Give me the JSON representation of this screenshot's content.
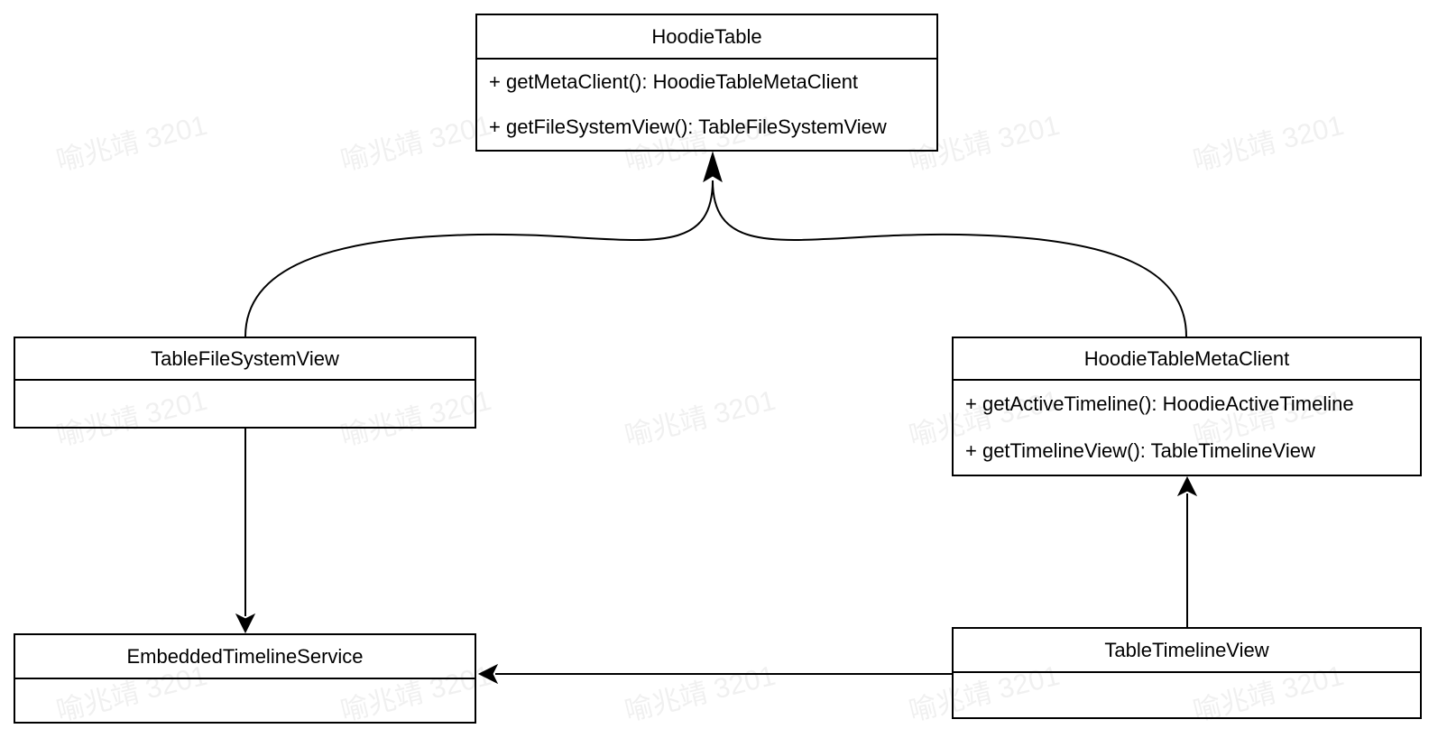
{
  "diagram_type": "uml-class-diagram",
  "classes": [
    {
      "name": "HoodieTable",
      "methods": [
        "+ getMetaClient(): HoodieTableMetaClient",
        "+ getFileSystemView(): TableFileSystemView"
      ]
    },
    {
      "name": "TableFileSystemView",
      "methods": []
    },
    {
      "name": "HoodieTableMetaClient",
      "methods": [
        "+ getActiveTimeline(): HoodieActiveTimeline",
        "+ getTimelineView(): TableTimelineView"
      ]
    },
    {
      "name": "EmbeddedTimelineService",
      "methods": []
    },
    {
      "name": "TableTimelineView",
      "methods": []
    }
  ],
  "relations": [
    {
      "from": "TableFileSystemView",
      "to": "HoodieTable",
      "style": "curved-solid-arrow"
    },
    {
      "from": "HoodieTableMetaClient",
      "to": "HoodieTable",
      "style": "curved-solid-arrow"
    },
    {
      "from": "TableFileSystemView",
      "to": "EmbeddedTimelineService",
      "style": "straight-solid-arrow"
    },
    {
      "from": "TableTimelineView",
      "to": "HoodieTableMetaClient",
      "style": "straight-solid-arrow"
    },
    {
      "from": "TableTimelineView",
      "to": "EmbeddedTimelineService",
      "style": "straight-solid-arrow"
    }
  ],
  "watermark": {
    "text": "喻兆靖 3201",
    "color": "rgba(0,0,0,0.06)"
  },
  "colors": {
    "stroke": "#000000",
    "fill": "#ffffff",
    "text": "#000000"
  }
}
